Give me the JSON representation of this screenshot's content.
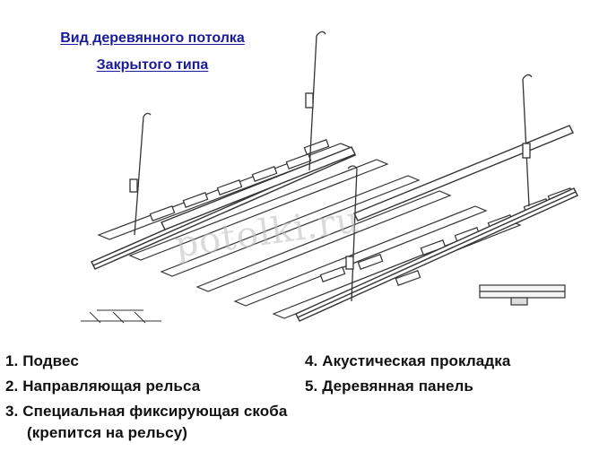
{
  "title": {
    "line1": "Вид деревянного потолка",
    "line2": "Закрытого типа"
  },
  "watermark": "potolki.ru",
  "legend": {
    "item1": "1. Подвес",
    "item2": "2. Направляющая рельса",
    "item3": "3. Специальная фиксирующая скоба",
    "item3_note": "(крепится на рельсу)",
    "item4": "4. Акустическая прокладка",
    "item5": "5. Деревянная панель"
  }
}
